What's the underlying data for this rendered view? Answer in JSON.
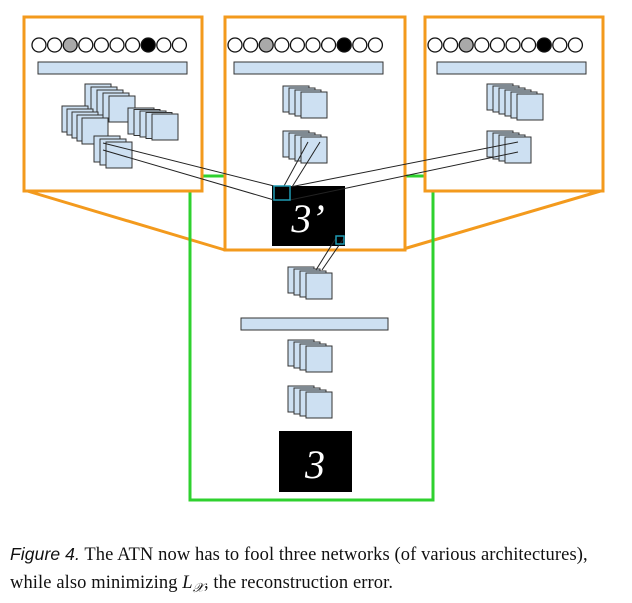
{
  "figure": {
    "generated_digit": "3’",
    "input_digit": "3",
    "colors": {
      "classifier_frame": "#f39a1d",
      "atn_frame": "#2fd12f",
      "layer_fill": "#cde0f2",
      "layer_stroke": "#333333",
      "neuron_active": "#000000",
      "neuron_partial": "#a9a9a9",
      "neuron_inactive": "#ffffff",
      "image_background": "#000000",
      "connector": "#1f9bb3"
    },
    "classifier_output": {
      "neurons": 10,
      "partial_index": 2,
      "active_index": 7
    }
  },
  "caption": {
    "label": "Figure 4.",
    "text_a": " The ATN now has to fool three networks (of various architectures), while also minimizing ",
    "math_main": "L",
    "math_sub": "𝒳",
    "text_b": ", the reconstruction error."
  }
}
